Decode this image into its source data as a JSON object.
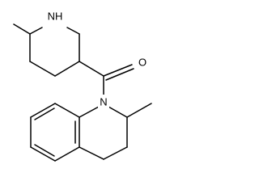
{
  "molecule": {
    "atom_labels": {
      "nh": "NH",
      "o": "O",
      "n": "N"
    }
  }
}
